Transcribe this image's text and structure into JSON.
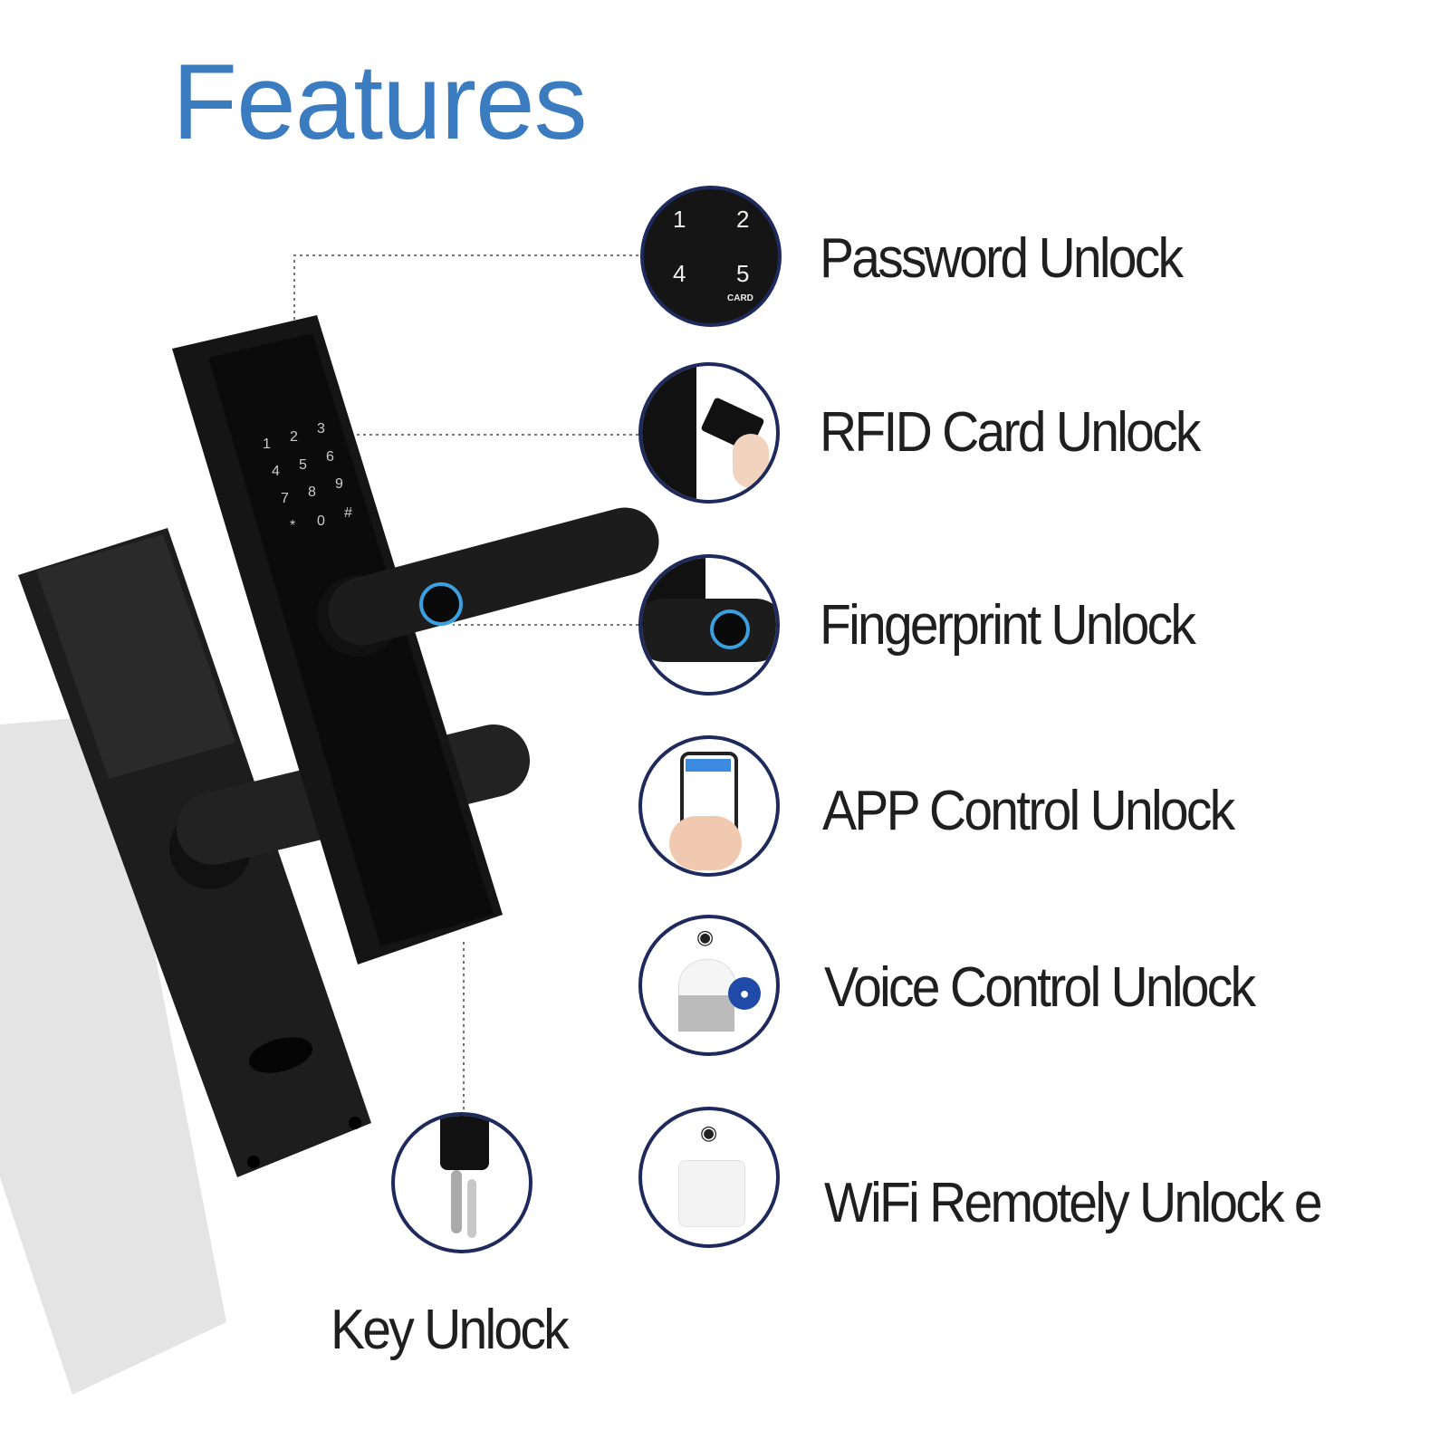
{
  "title": "Features",
  "features": [
    {
      "label": "Password Unlock",
      "icon": "keypad-icon"
    },
    {
      "label": "RFID Card Unlock",
      "icon": "rfid-card-icon"
    },
    {
      "label": "Fingerprint Unlock",
      "icon": "fingerprint-icon"
    },
    {
      "label": "APP Control Unlock",
      "icon": "smartphone-app-icon"
    },
    {
      "label": "Voice Control Unlock",
      "icon": "smart-speaker-icon"
    },
    {
      "label": "WiFi Remotely Unlock e",
      "icon": "wifi-gateway-icon"
    }
  ],
  "key_feature": {
    "label": "Key Unlock",
    "icon": "key-icon"
  },
  "keypad": {
    "k1": "1",
    "k2": "2",
    "k4": "4",
    "k5": "5",
    "card": "CARD"
  },
  "colors": {
    "title": "#3b7bc0",
    "circle_border": "#1f2a5c",
    "lock_body": "#1a1a1a",
    "fingerprint_ring": "#3aa0e0"
  }
}
